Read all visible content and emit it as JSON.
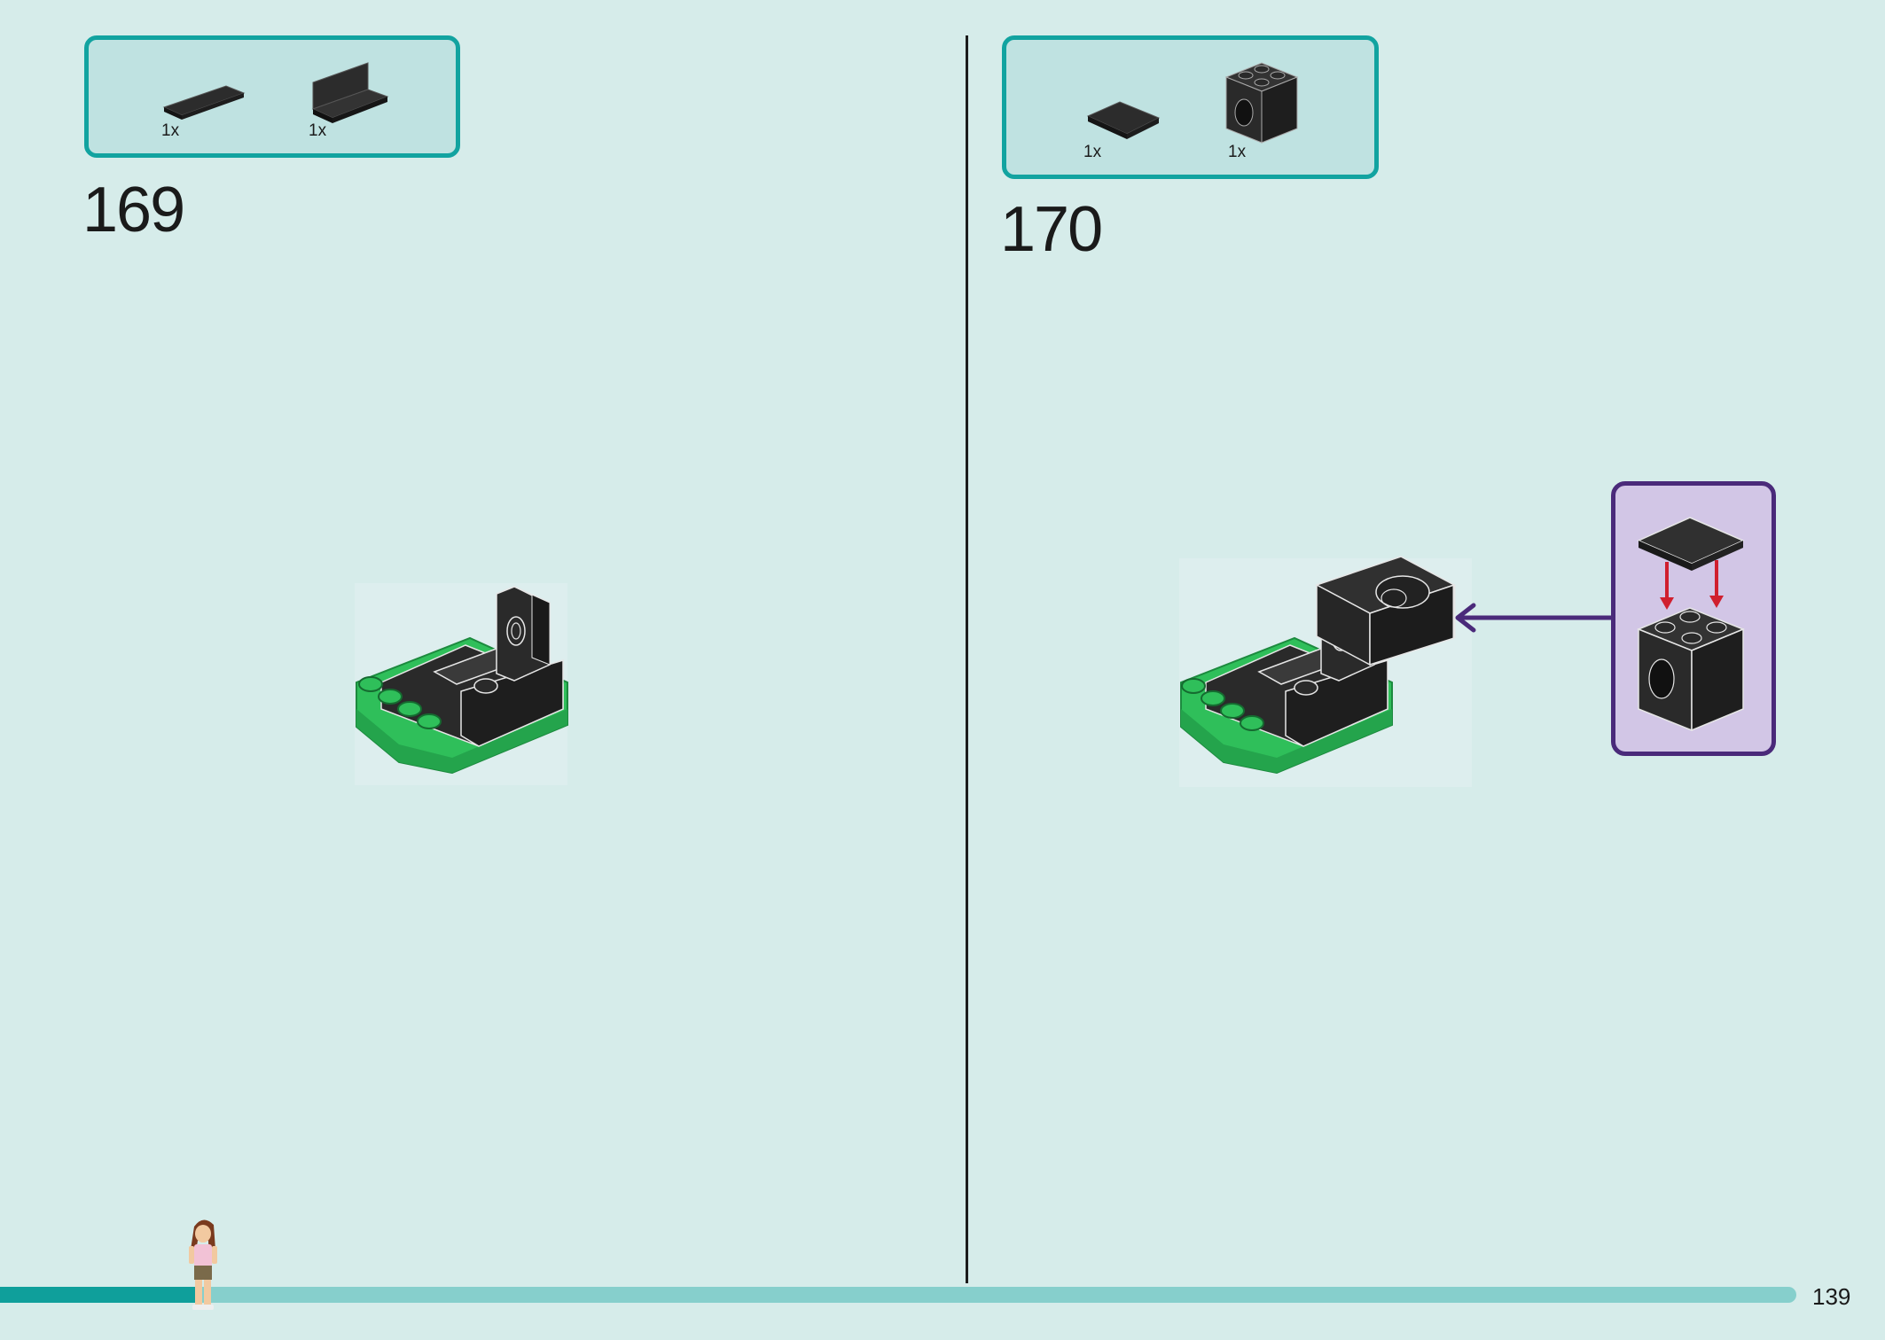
{
  "left_step": {
    "number": "169",
    "parts": [
      {
        "icon": "flat-tile-1x4-icon",
        "quantity": "1x"
      },
      {
        "icon": "bracket-plate-icon",
        "quantity": "1x"
      }
    ]
  },
  "right_step": {
    "number": "170",
    "parts": [
      {
        "icon": "flat-tile-2x2-icon",
        "quantity": "1x"
      },
      {
        "icon": "brick-2x2-pin-hole-icon",
        "quantity": "1x"
      }
    ]
  },
  "footer": {
    "page_number": "139",
    "progress": 0.11
  },
  "colors": {
    "background": "#d6ecea",
    "parts_box_border": "#12a3a0",
    "parts_box_fill": "#bfe2e1",
    "callout_border": "#4a2a7a",
    "callout_fill": "#d2c6e6",
    "brick_black": "#2a2a2a",
    "brick_green": "#2fbf5a",
    "arrow_red": "#d01f2e"
  }
}
